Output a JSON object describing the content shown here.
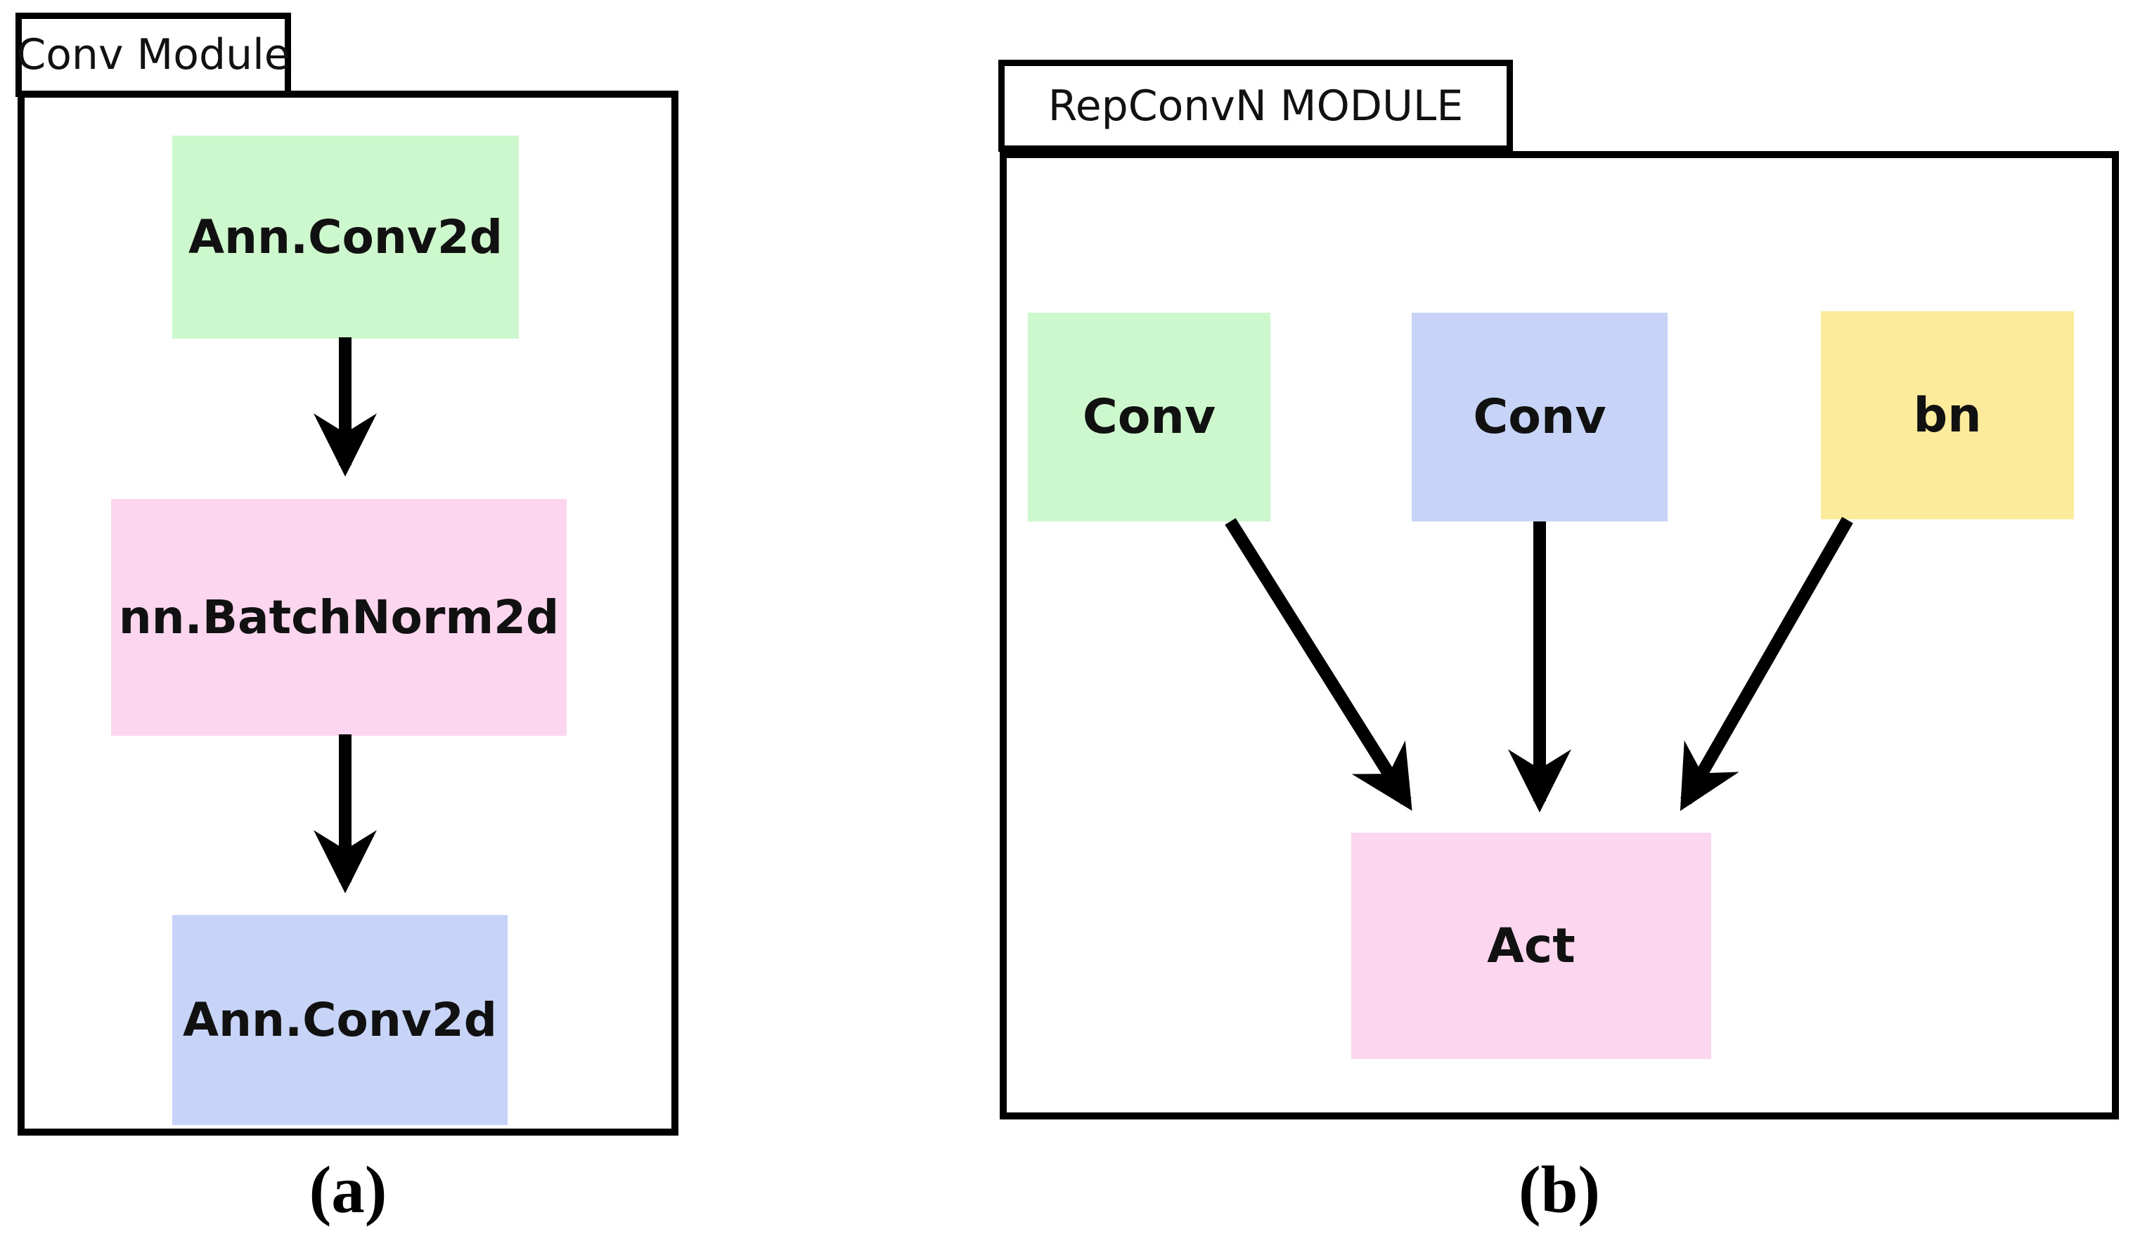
{
  "panel_a": {
    "title": "Conv Module",
    "caption": "(a)",
    "nodes": [
      {
        "id": "conv2d-top",
        "label": "Ann.Conv2d",
        "color": "#cdf7cc"
      },
      {
        "id": "batchnorm",
        "label": "nn.BatchNorm2d",
        "color": "#fcd6ee"
      },
      {
        "id": "conv2d-bottom",
        "label": "Ann.Conv2d",
        "color": "#c7d4f8"
      }
    ]
  },
  "panel_b": {
    "title": "RepConvN MODULE",
    "caption": "(b)",
    "nodes": [
      {
        "id": "conv-green",
        "label": "Conv",
        "color": "#cdf7cc"
      },
      {
        "id": "conv-blue",
        "label": "Conv",
        "color": "#c7d4f8"
      },
      {
        "id": "bn",
        "label": "bn",
        "color": "#fdeb9c"
      },
      {
        "id": "act",
        "label": "Act",
        "color": "#fcd6ee"
      }
    ]
  },
  "colors": {
    "background": "#ffffff",
    "line_and_border": "#000000",
    "text": "#111111",
    "node_green": "#cdf7cc",
    "node_pink": "#fcd6ee",
    "node_blue": "#c7d4f8",
    "node_yellow": "#fdeb9c"
  }
}
